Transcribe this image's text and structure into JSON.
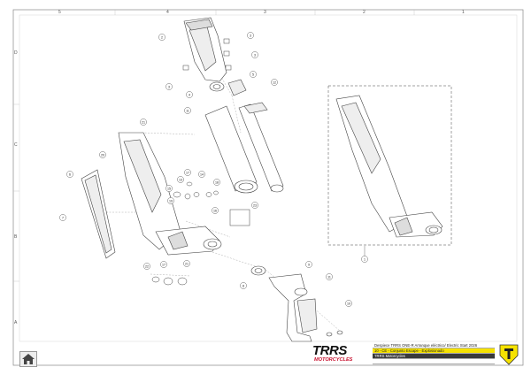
{
  "columns": [
    "5",
    "4",
    "3",
    "2",
    "1"
  ],
  "rows": [
    "D",
    "C",
    "B",
    "A"
  ],
  "callouts": [
    "2",
    "3",
    "3",
    "3",
    "4",
    "5",
    "12",
    "11",
    "21",
    "20",
    "6",
    "7",
    "15",
    "17",
    "13",
    "14",
    "16",
    "18",
    "19",
    "23",
    "9",
    "8",
    "11",
    "10",
    "22",
    "17",
    "21",
    "1"
  ],
  "title_block": {
    "logo_text": "TRRS",
    "logo_sub": "MOTORCYCLES",
    "line1": "Despiece TRRS ONE-R  Arranque eléctrico/ Electric Start 2026",
    "line2": "10 - CE - Conjunto Escape - Explosionado",
    "line3": "TRRS Motorcycles",
    "line4": ""
  },
  "colors": {
    "accent_yellow": "#f6e200",
    "brand_red": "#c8102e",
    "frame": "#888888"
  },
  "icons": {
    "home": "home-icon",
    "brand": "shield-logo-icon"
  }
}
